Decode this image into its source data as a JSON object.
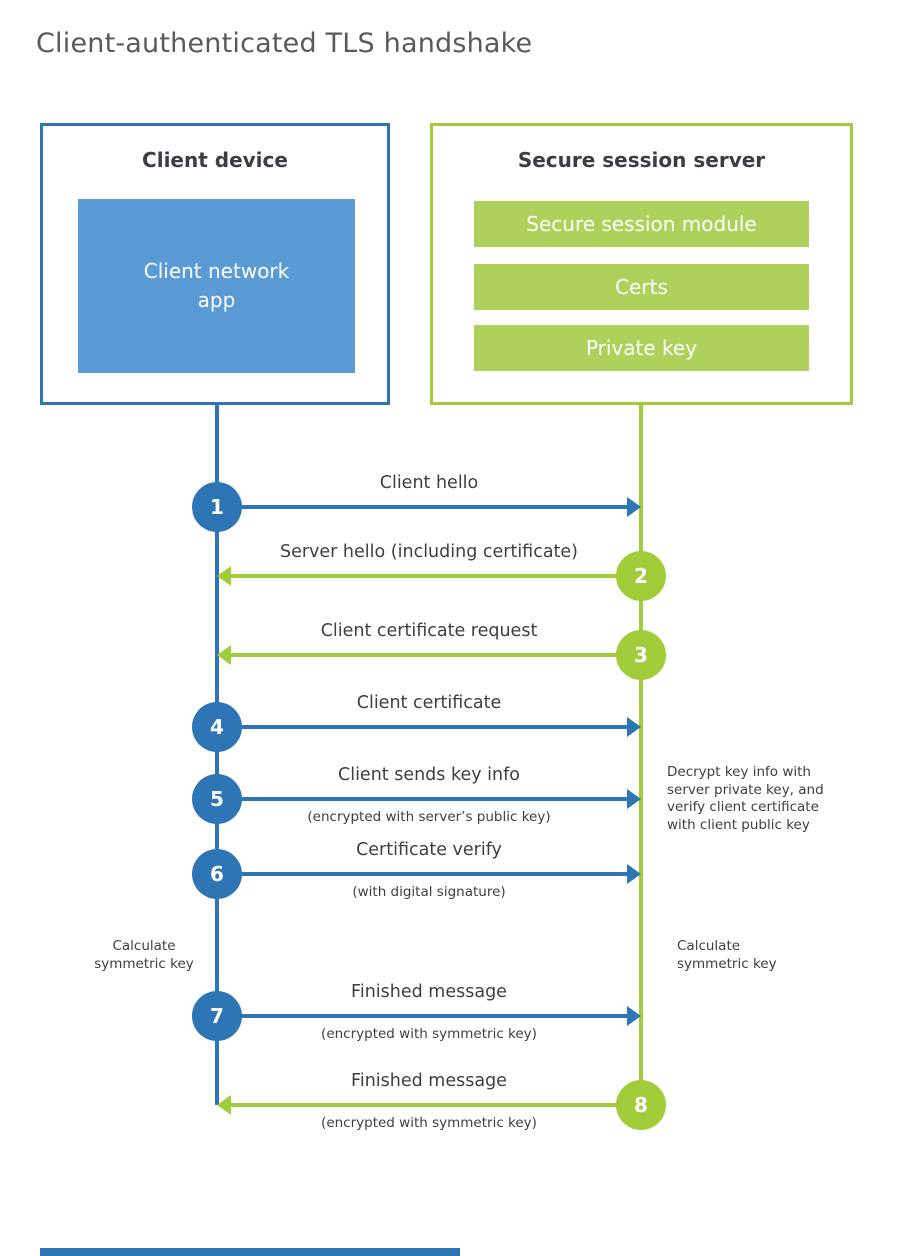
{
  "title": "Client-authenticated TLS handshake",
  "colors": {
    "blue": "#2e75b6",
    "blue_light": "#5b9bd5",
    "green": "#a2cd3a",
    "green_light": "#aed15c",
    "text_dark": "#3f3f3f",
    "title_gray": "#5a5a5a"
  },
  "client_box": {
    "title": "Client device",
    "app_label": "Client network app"
  },
  "server_box": {
    "title": "Secure session server",
    "modules": [
      "Secure session module",
      "Certs",
      "Private key"
    ]
  },
  "messages": [
    {
      "num": "1",
      "label": "Client hello",
      "dir": "client-to-server",
      "color": "blue"
    },
    {
      "num": "2",
      "label": "Server hello (including certificate)",
      "dir": "server-to-client",
      "color": "green"
    },
    {
      "num": "3",
      "label": "Client certificate request",
      "dir": "server-to-client",
      "color": "green"
    },
    {
      "num": "4",
      "label": "Client certificate",
      "dir": "client-to-server",
      "color": "blue"
    },
    {
      "num": "5",
      "label": "Client sends key info",
      "sub": "(encrypted with server’s public key)",
      "dir": "client-to-server",
      "color": "blue"
    },
    {
      "num": "6",
      "label": "Certificate verify",
      "sub": "(with digital signature)",
      "dir": "client-to-server",
      "color": "blue"
    },
    {
      "num": "7",
      "label": "Finished message",
      "sub": "(encrypted with symmetric key)",
      "dir": "client-to-server",
      "color": "blue"
    },
    {
      "num": "8",
      "label": "Finished message",
      "sub": "(encrypted with symmetric key)",
      "dir": "server-to-client",
      "color": "green"
    }
  ],
  "notes": {
    "decrypt_note": "Decrypt key info with server private key, and verify client certificate with client public key",
    "calc_left": "Calculate symmetric key",
    "calc_right": "Calculate symmetric key"
  }
}
